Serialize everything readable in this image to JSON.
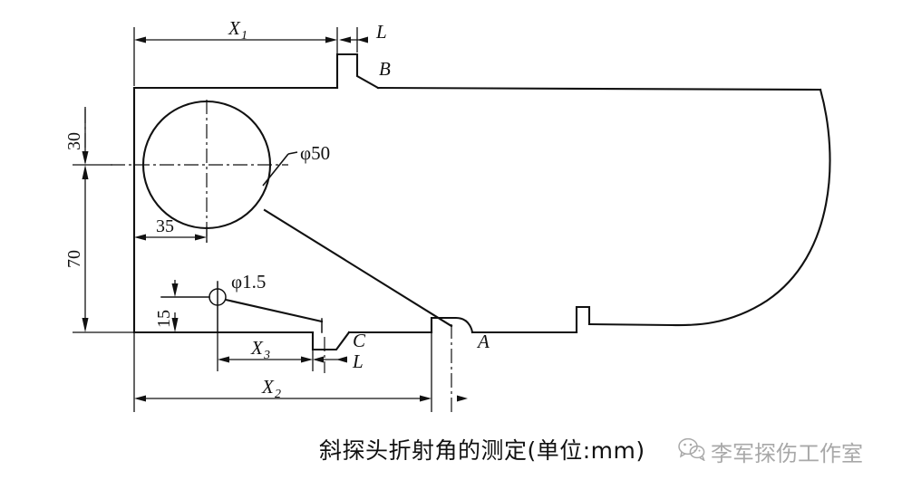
{
  "figure": {
    "caption": "斜探头折射角的测定(单位:mm)",
    "units": "mm",
    "watermark": {
      "icon": "wechat-icon",
      "text": "李军探伤工作室"
    },
    "colors": {
      "line": "#111111",
      "background": "#ffffff",
      "watermark": "#9a9a9a"
    }
  },
  "dimensions": {
    "x1": {
      "label": "X",
      "sub": "1"
    },
    "x2": {
      "label": "X",
      "sub": "2"
    },
    "x3": {
      "label": "X",
      "sub": "3"
    },
    "l_top": "L",
    "l_bottom": "L",
    "v30": "30",
    "v70": "70",
    "v35": "35",
    "v15": "15"
  },
  "features": {
    "big_hole": {
      "callout": "φ50",
      "diameter": "50"
    },
    "small_hole": {
      "callout": "φ1.5",
      "diameter": "1.5"
    },
    "notch_a": "A",
    "notch_b": "B",
    "notch_c": "C"
  },
  "chart_data": {
    "type": "table",
    "title": "斜探头折射角的测定(单位:mm)",
    "categories": [
      "φ50",
      "φ1.5",
      "30",
      "70",
      "35",
      "15"
    ],
    "values": [
      50,
      1.5,
      30,
      70,
      35,
      15
    ],
    "xlabel": "",
    "ylabel": ""
  }
}
